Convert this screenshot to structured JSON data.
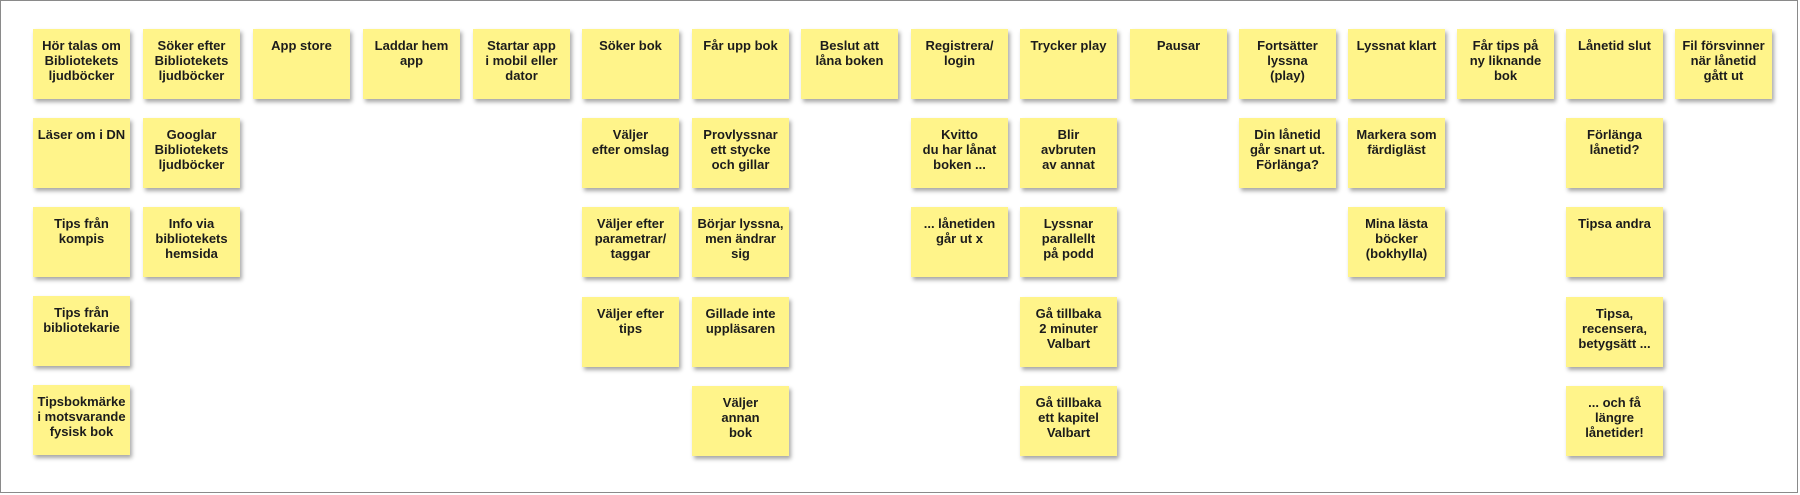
{
  "board": {
    "columns": [
      {
        "notes": [
          "Hör talas om\nBibliotekets\nljudböcker",
          "Läser om i DN",
          "Tips från\nkompis",
          "Tips från\nbibliotekarie",
          "Tipsbokmärke\ni motsvarande\nfysisk bok"
        ]
      },
      {
        "notes": [
          "Söker efter\nBibliotekets\nljudböcker",
          "Googlar\nBibliotekets\nljudböcker",
          "Info via\nbibliotekets\nhemsida"
        ]
      },
      {
        "notes": [
          "App store"
        ]
      },
      {
        "notes": [
          "Laddar hem\napp"
        ]
      },
      {
        "notes": [
          "Startar app\ni mobil eller\ndator"
        ]
      },
      {
        "notes": [
          "Söker bok",
          "Väljer\nefter omslag",
          "Väljer efter\nparametrar/\ntaggar",
          "Väljer efter\ntips"
        ]
      },
      {
        "notes": [
          "Får upp bok",
          "Provlyssnar\nett stycke\noch gillar",
          "Börjar lyssna,\nmen ändrar\nsig",
          "Gillade inte\nuppläsaren",
          "Väljer\nannan\nbok"
        ]
      },
      {
        "notes": [
          "Beslut att\nlåna boken"
        ]
      },
      {
        "notes": [
          "Registrera/\nlogin",
          "Kvitto\ndu har lånat\nboken ...",
          "... lånetiden\ngår ut x"
        ]
      },
      {
        "notes": [
          "Trycker play",
          "Blir\navbruten\nav annat",
          "Lyssnar\nparallellt\npå podd",
          "Gå tillbaka\n2 minuter\nValbart",
          "Gå tillbaka\nett kapitel\nValbart"
        ]
      },
      {
        "notes": [
          "Pausar"
        ]
      },
      {
        "notes": [
          "Fortsätter\nlyssna\n(play)",
          "Din lånetid\ngår snart ut.\nFörlänga?"
        ]
      },
      {
        "notes": [
          "Lyssnat klart",
          "Markera som\nfärdigläst",
          "Mina lästa\nböcker\n(bokhylla)"
        ]
      },
      {
        "notes": [
          "Får tips på\nny liknande\nbok"
        ]
      },
      {
        "notes": [
          "Lånetid slut",
          "Förlänga\nlånetid?",
          "Tipsa andra",
          "Tipsa,\nrecensera,\nbetygsätt ...",
          "... och få\nlängre\nlånetider!"
        ]
      },
      {
        "notes": [
          "Fil försvinner\nnär lånetid\ngått ut"
        ]
      }
    ]
  }
}
